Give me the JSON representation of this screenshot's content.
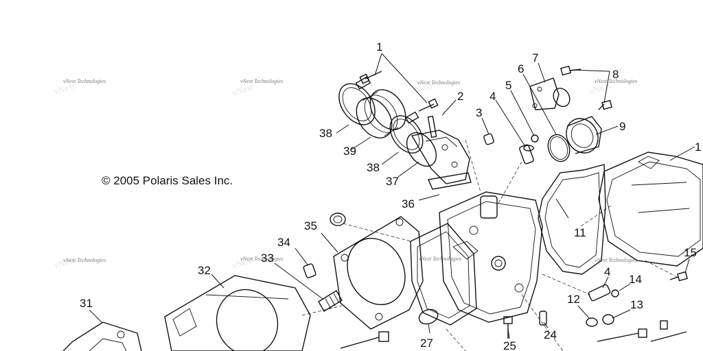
{
  "copyright": "© 2005 Polaris Sales Inc.",
  "watermark": "vNext Technologies",
  "callouts": [
    "1",
    "2",
    "3",
    "4",
    "5",
    "6",
    "7",
    "8",
    "9",
    "1",
    "38",
    "39",
    "38",
    "37",
    "36",
    "11",
    "35",
    "34",
    "33",
    "32",
    "31",
    "15",
    "4",
    "14",
    "12",
    "13",
    "27",
    "25",
    "24"
  ]
}
